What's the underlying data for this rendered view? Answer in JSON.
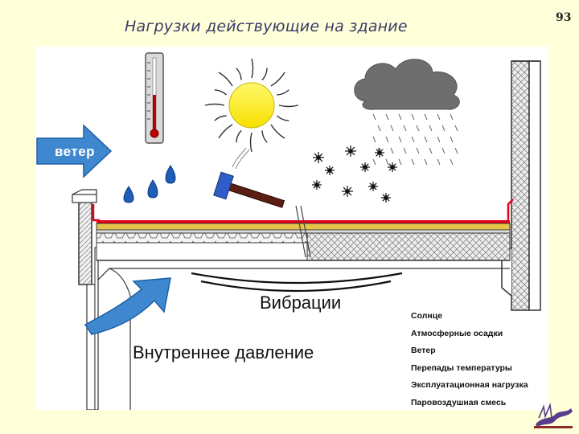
{
  "slide": {
    "title": "Нагрузки действующие на здание",
    "page_number": "93"
  },
  "diagram": {
    "wind_label": "ветер",
    "vibration_label": "Вибрации",
    "pressure_label": "Внутреннее давление",
    "legend": [
      "Солнце",
      "Атмосферные осадки",
      "Ветер",
      "Перепады температуры",
      "Эксплуатационная нагрузка",
      "Паровоздушная смесь"
    ]
  },
  "colors": {
    "background": "#FFFFD9",
    "wind_arrow": "#3F88D0",
    "sun": "#FFF200",
    "cloud": "#6E6E6E",
    "water_drop": "#1E5DB8",
    "membrane": "#E4001B",
    "insulation": "#E6C34A"
  }
}
